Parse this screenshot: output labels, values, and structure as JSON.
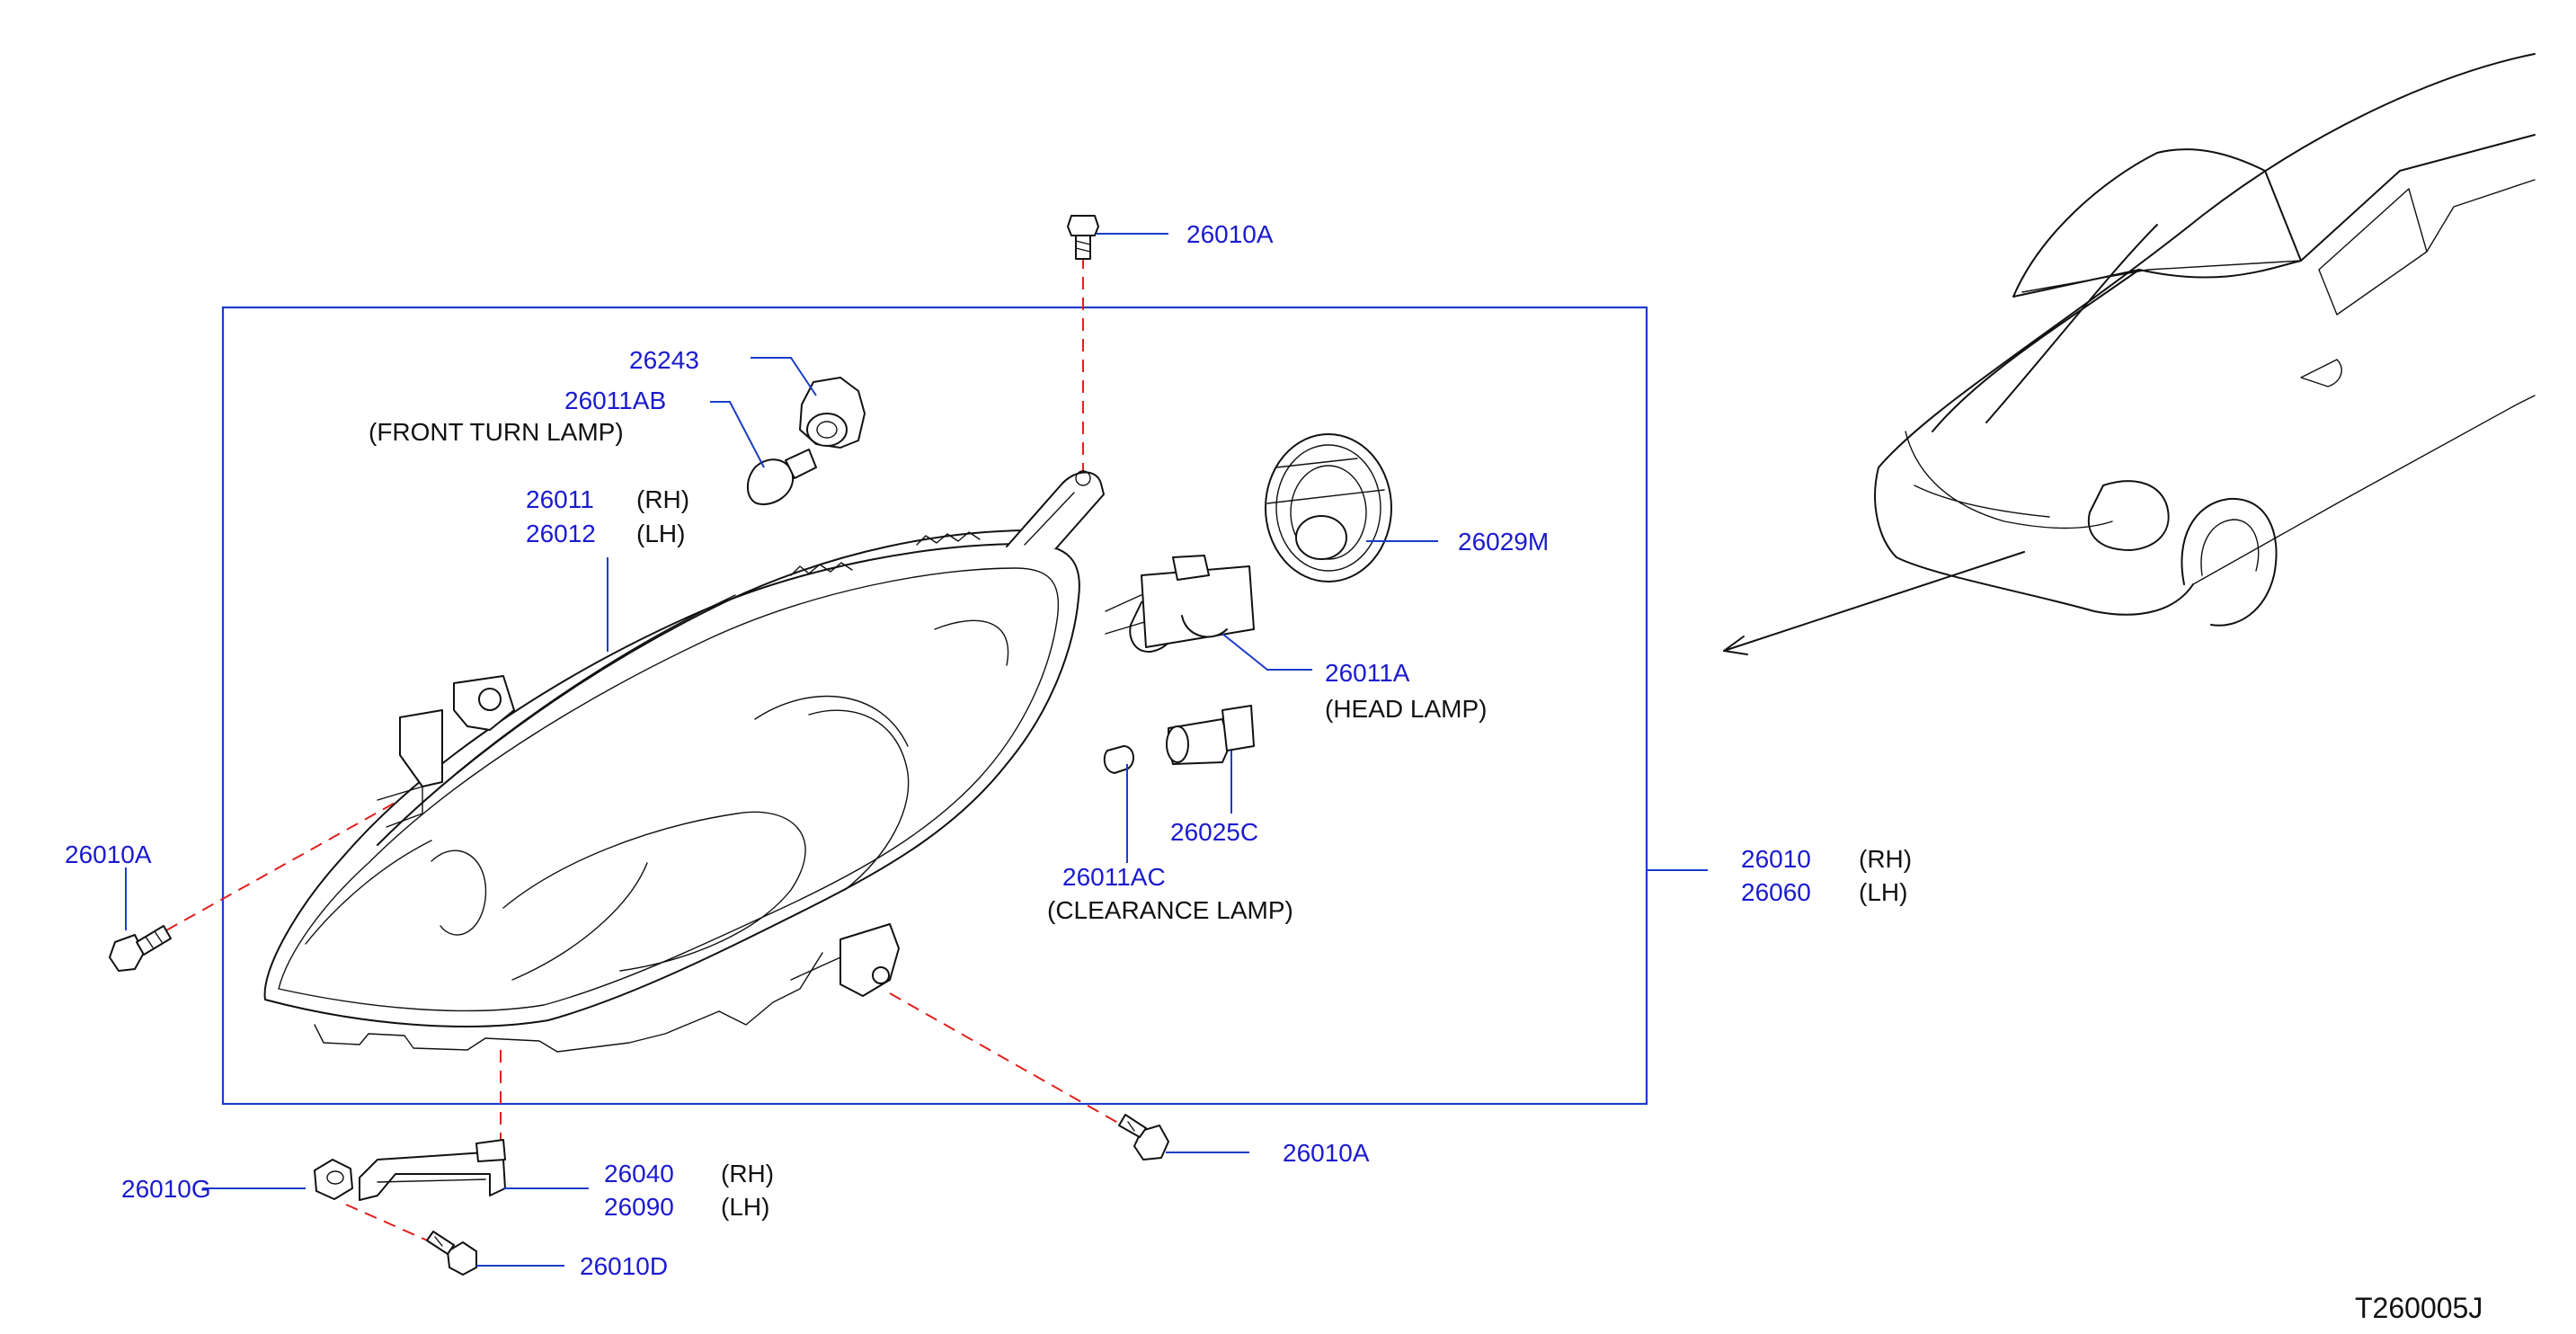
{
  "labels": {
    "bolt_top": "26010A",
    "bulb_socket_turn": "26243",
    "bulb_turn": "26011AB",
    "front_turn_lamp": "(FRONT   TURN   LAMP)",
    "housing_rh_num": "26011",
    "housing_rh_side": "(RH)",
    "housing_lh_num": "26012",
    "housing_lh_side": "(LH)",
    "cap": "26029M",
    "bulb_head": "26011A",
    "head_lamp": "(HEAD   LAMP)",
    "socket_clear": "26025C",
    "bulb_clear": "26011AC",
    "clearance_lamp": "(CLEARANCE   LAMP)",
    "bolt_left": "26010A",
    "assy_rh_num": "26010",
    "assy_rh_side": "(RH)",
    "assy_lh_num": "26060",
    "assy_lh_side": "(LH)",
    "bracket_rh_num": "26040",
    "bracket_rh_side": "(RH)",
    "bracket_lh_num": "26090",
    "bracket_lh_side": "(LH)",
    "nut": "26010G",
    "screw": "26010D",
    "bolt_bottom_right": "26010A",
    "figure_ref": "T260005J"
  },
  "colors": {
    "part_number": "#1a1ad0",
    "leader": "#1a3cc8",
    "dashed_guide": "#e0201e",
    "line_art": "#111111"
  }
}
